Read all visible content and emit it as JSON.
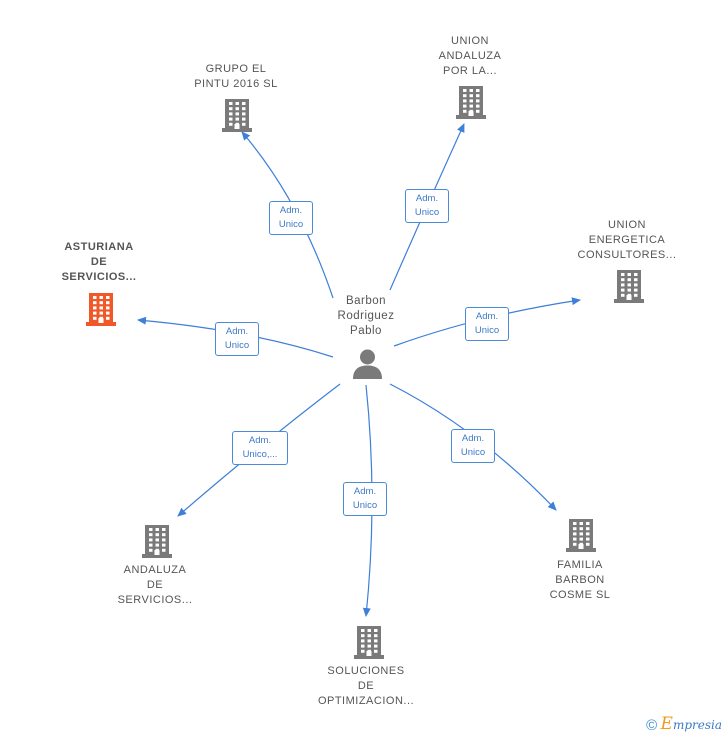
{
  "center": {
    "lines": [
      "Barbon",
      "Rodriguez",
      "Pablo"
    ]
  },
  "companies": [
    {
      "id": "grupo",
      "lines": [
        "GRUPO EL",
        "PINTU 2016  SL"
      ],
      "highlight": false
    },
    {
      "id": "union_andaluza",
      "lines": [
        "UNION",
        "ANDALUZA",
        "POR LA..."
      ],
      "highlight": false
    },
    {
      "id": "union_energetica",
      "lines": [
        "UNION",
        "ENERGETICA",
        "CONSULTORES..."
      ],
      "highlight": false
    },
    {
      "id": "asturiana",
      "lines": [
        "ASTURIANA",
        "DE",
        "SERVICIOS..."
      ],
      "highlight": true
    },
    {
      "id": "andaluza",
      "lines": [
        "ANDALUZA",
        "DE",
        "SERVICIOS..."
      ],
      "highlight": false
    },
    {
      "id": "soluciones",
      "lines": [
        "SOLUCIONES",
        "DE",
        "OPTIMIZACION..."
      ],
      "highlight": false
    },
    {
      "id": "familia",
      "lines": [
        "FAMILIA",
        "BARBON",
        "COSME  SL"
      ],
      "highlight": false
    }
  ],
  "relations": [
    {
      "target": "grupo",
      "lines": [
        "Adm.",
        "Unico"
      ]
    },
    {
      "target": "union_andaluza",
      "lines": [
        "Adm.",
        "Unico"
      ]
    },
    {
      "target": "union_energetica",
      "lines": [
        "Adm.",
        "Unico"
      ]
    },
    {
      "target": "asturiana",
      "lines": [
        "Adm.",
        "Unico"
      ]
    },
    {
      "target": "andaluza",
      "lines": [
        "Adm.",
        "Unico,..."
      ]
    },
    {
      "target": "soluciones",
      "lines": [
        "Adm.",
        "Unico"
      ]
    },
    {
      "target": "familia",
      "lines": [
        "Adm.",
        "Unico"
      ]
    }
  ],
  "colors": {
    "edge": "#3d7fd9",
    "building": "#7a7a7a",
    "building_highlight": "#f0582a",
    "person": "#7a7a7a",
    "label": "#555555"
  },
  "footer": {
    "copyright_symbol": "©",
    "brand_initial": "E",
    "brand_rest": "mpresia"
  }
}
